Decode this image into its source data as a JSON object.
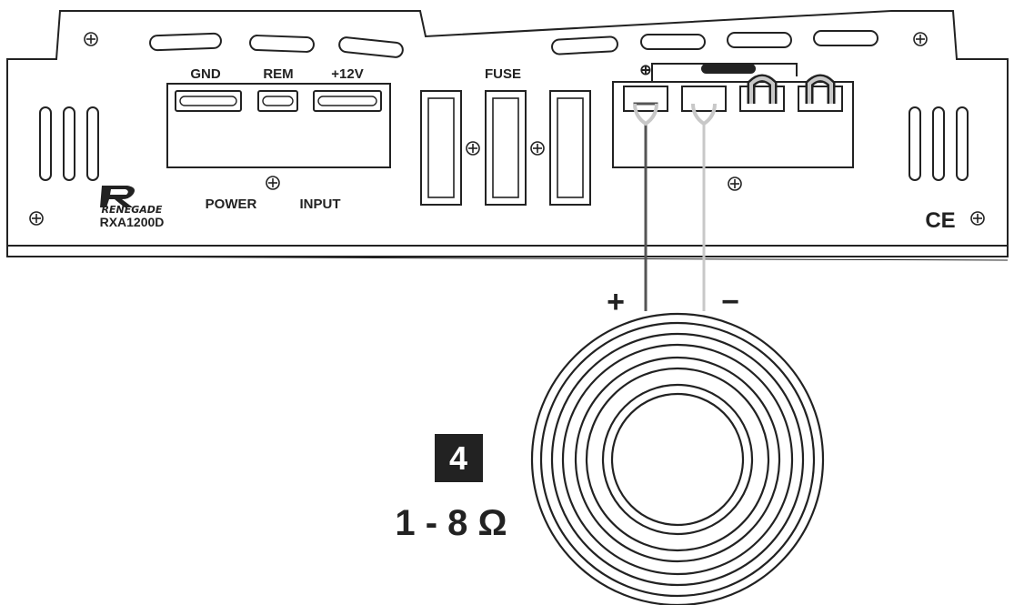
{
  "amplifier": {
    "brand": "RENEGADE",
    "model": "RXA1200D",
    "power_terminals": [
      "GND",
      "REM",
      "+12V"
    ],
    "power_caption": "POWER",
    "input_caption": "INPUT",
    "fuse_label": "FUSE",
    "speaker_plus_symbol": "⊕",
    "ce_mark": "CE"
  },
  "wiring": {
    "plus_label": "+",
    "minus_label": "−",
    "step_number": "4",
    "impedance": "1 - 8 Ω"
  },
  "colors": {
    "line": "#222222",
    "wire_light": "#c8c8c8",
    "badge_bg": "#222222",
    "badge_text": "#ffffff"
  }
}
